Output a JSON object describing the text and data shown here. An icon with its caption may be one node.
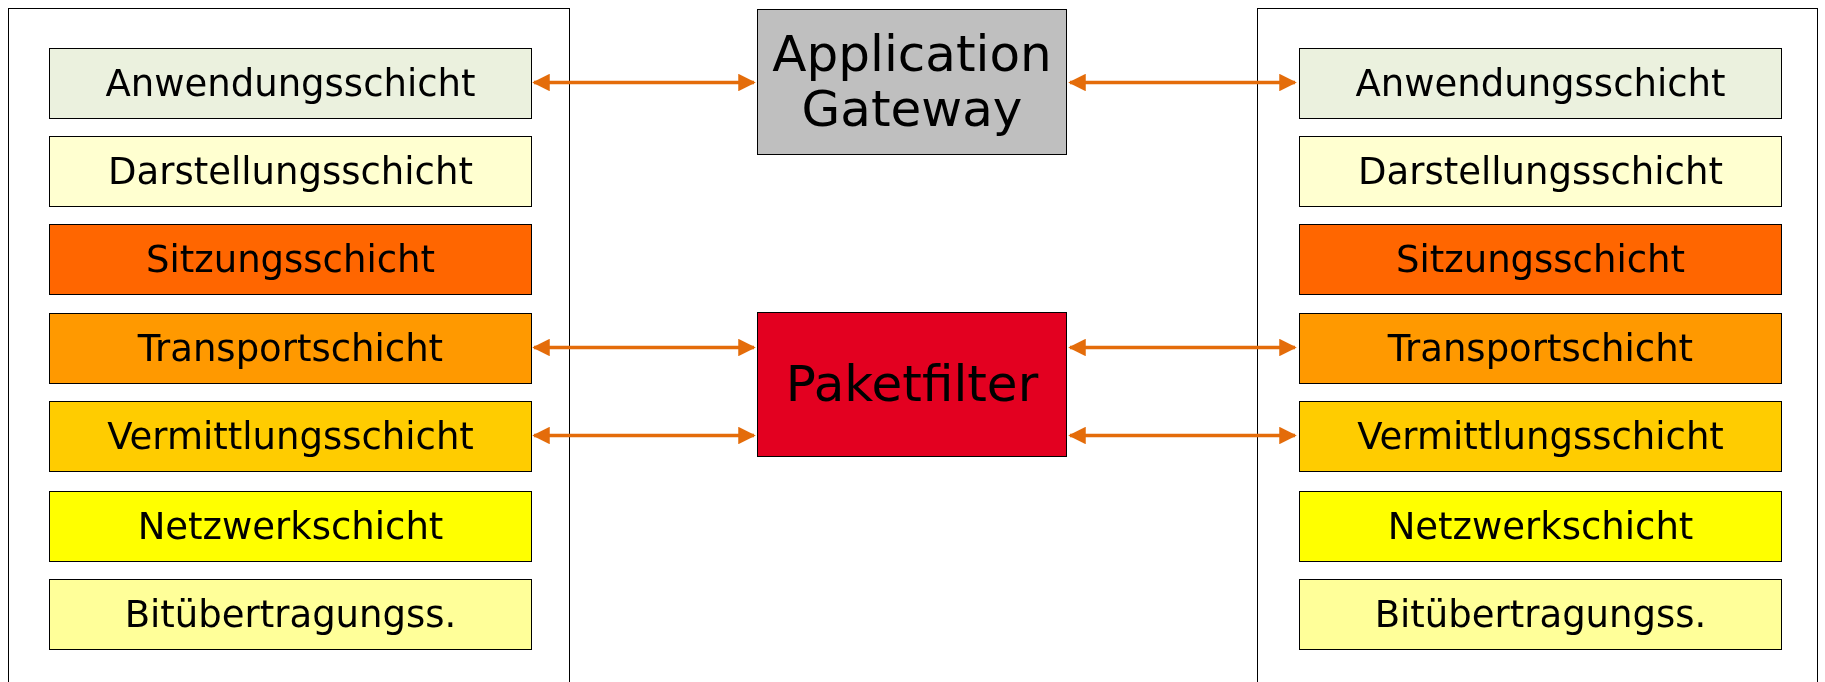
{
  "diagram": {
    "nodes": [
      {
        "text": [],
        "shape": "box"
      },
      {
        "text": [
          "Anwendungsschicht"
        ],
        "in": 0
      },
      {
        "text": [
          "Darstellungsschicht"
        ],
        "in": 0
      },
      {
        "text": [
          "Sitzungsschicht"
        ],
        "in": 0
      },
      {
        "text": [
          "Transportschicht"
        ],
        "in": 0
      },
      {
        "text": [
          "Vermittlungsschicht"
        ],
        "in": 0
      },
      {
        "text": [
          "Netzwerkschicht"
        ],
        "in": 0
      },
      {
        "text": [
          "Bitübertragungss."
        ],
        "in": 0
      },
      {
        "text": [
          "Application Gateway"
        ]
      },
      {
        "text": [
          "Paketfilter"
        ]
      },
      {
        "text": [],
        "shape": "box"
      },
      {
        "text": [
          "Anwendungsschicht"
        ],
        "in": 10
      },
      {
        "text": [
          "Darstellungsschicht"
        ],
        "in": 10
      },
      {
        "text": [
          "Sitzungsschicht"
        ],
        "in": 10
      },
      {
        "text": [
          "Transportschicht"
        ],
        "in": 10
      },
      {
        "text": [
          "Vermittlungsschicht"
        ],
        "in": 10
      },
      {
        "text": [
          "Netzwerkschicht"
        ],
        "in": 10
      },
      {
        "text": [
          "Bitübertragungss."
        ],
        "in": 10
      }
    ],
    "edges": [
      {
        "from": 1,
        "to": 8,
        "arrow": "both"
      },
      {
        "from": 8,
        "to": 11,
        "arrow": "both"
      },
      {
        "from": 4,
        "to": 9,
        "arrow": "both"
      },
      {
        "from": 5,
        "to": 9,
        "arrow": "both"
      },
      {
        "from": 9,
        "to": 14,
        "arrow": "both"
      },
      {
        "from": 9,
        "to": 15,
        "arrow": "both"
      }
    ]
  }
}
